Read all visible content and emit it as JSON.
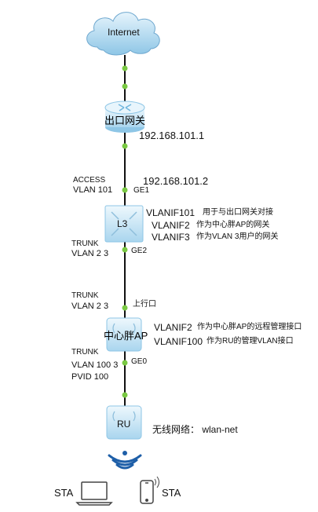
{
  "nodes": {
    "internet": "Internet",
    "gateway": "出口网关",
    "l3": "L3",
    "central_ap": "中心胖AP",
    "ru": "RU"
  },
  "gateway_ip": "192.168.101.1",
  "l3_ip": "192.168.101.2",
  "ports": {
    "ge1_mode": "ACCESS",
    "ge1_vlan": "VLAN 101",
    "ge1": "GE1",
    "ge2_mode": "TRUNK",
    "ge2_vlan": "VLAN 2 3",
    "ge2": "GE2",
    "ap_up_mode": "TRUNK",
    "ap_up_vlan": "VLAN 2 3",
    "ap_up": "上行口",
    "ge0_mode": "TRUNK",
    "ge0_vlan": "VLAN 100 3",
    "ge0_pvid": "PVID 100",
    "ge0": "GE0"
  },
  "l3_vlanif": [
    {
      "name": "VLANIF101",
      "desc": "用于与出口网关对接"
    },
    {
      "name": "VLANIF2",
      "desc": "作为中心胖AP的网关"
    },
    {
      "name": "VLANIF3",
      "desc": "作为VLAN 3用户的网关"
    }
  ],
  "ap_vlanif": [
    {
      "name": "VLANIF2",
      "desc": "作为中心胖AP的远程管理接口"
    },
    {
      "name": "VLANIF100",
      "desc": "作为RU的管理VLAN接口"
    }
  ],
  "wireless": "无线网络： wlan-net",
  "sta": [
    "STA",
    "STA"
  ],
  "colors": {
    "line": "#111111",
    "dot": "#7ac943",
    "cloud": "#a9d6ef",
    "device": "#c9e7f7",
    "device_edge": "#6fb6de",
    "wifi": "#1e5fa8"
  }
}
